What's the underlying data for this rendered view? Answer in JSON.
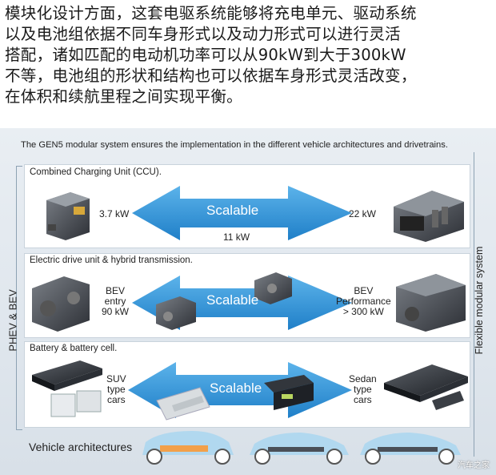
{
  "intro_lines": [
    "模块化设计方面，这套电驱系统能够将充电单元、驱动系统",
    "以及电池组依据不同车身形式以及动力形式可以进行灵活",
    "搭配，诸如匹配的电动机功率可以从90kW到大于300kW",
    "不等，电池组的形状和结构也可以依据车身形式灵活改变，",
    "在体积和续航里程之间实现平衡。"
  ],
  "caption": "The GEN5 modular system ensures the implementation in the different vehicle architectures and drivetrains.",
  "side_left": "PHEV & BEV",
  "side_right": "Flexible modular system",
  "sections": {
    "ccu": {
      "title": "Combined Charging Unit (CCU).",
      "arrow": "Scalable",
      "left": "3.7 kW",
      "right": "22 kW",
      "center": "11 kW"
    },
    "drive": {
      "title": "Electric drive unit & hybrid transmission.",
      "arrow": "Scalable",
      "left": [
        "BEV",
        "entry",
        "90 kW"
      ],
      "right": [
        "BEV",
        "Performance",
        "> 300 kW"
      ]
    },
    "battery": {
      "title": "Battery & battery cell.",
      "arrow": "Scalable",
      "left": [
        "SUV",
        "type",
        "cars"
      ],
      "right": [
        "Sedan",
        "type",
        "cars"
      ]
    }
  },
  "vehicle_architectures": "Vehicle architectures",
  "watermark": "汽车之家",
  "colors": {
    "arrow_blue": "#2f8fd6",
    "panel_bg": "#e3e9ef",
    "car_body": "#9fd2ee"
  }
}
